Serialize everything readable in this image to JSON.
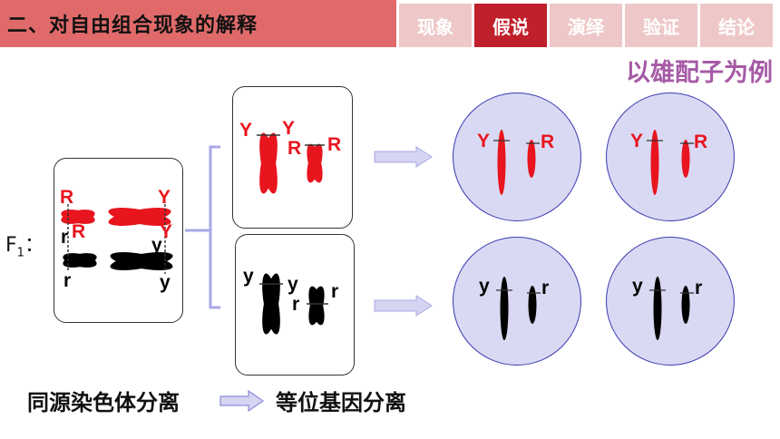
{
  "header": {
    "title": "二、对自由组合现象的解释",
    "tabs": [
      {
        "label": "现象",
        "active": false
      },
      {
        "label": "假说",
        "active": true
      },
      {
        "label": "演绎",
        "active": false
      },
      {
        "label": "验证",
        "active": false
      },
      {
        "label": "结论",
        "active": false
      }
    ]
  },
  "subtitle": "以雄配子为例",
  "f1": {
    "base": "F",
    "sub": "1",
    "colon": "："
  },
  "genes": {
    "Y": "Y",
    "y": "y",
    "R": "R",
    "r": "r"
  },
  "footer": {
    "left": "同源染色体分离",
    "right": "等位基因分离"
  },
  "colors": {
    "dominant": "#e8141e",
    "recessive": "#000000",
    "accent": "#c0202b",
    "circle_fill": "#d9d9f3",
    "arrow_fill": "#d5d5f2"
  }
}
